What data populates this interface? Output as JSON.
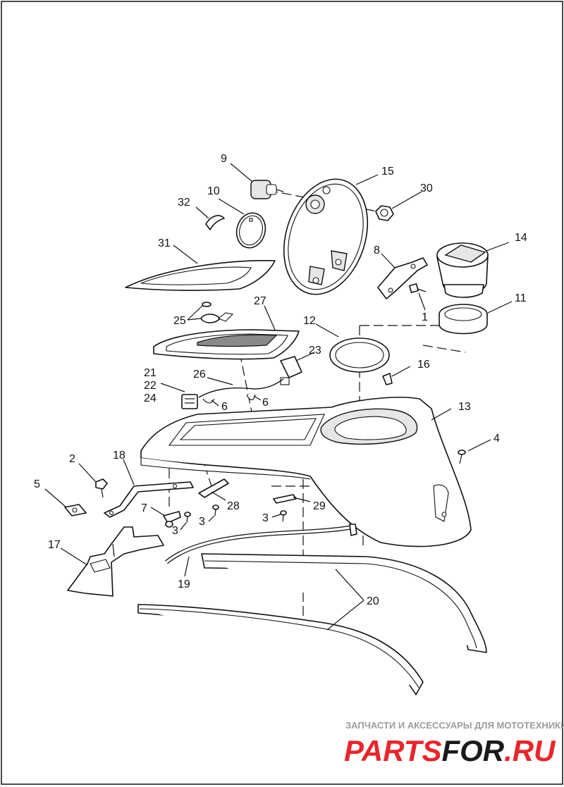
{
  "callouts": [
    {
      "id": "9",
      "label": "9"
    },
    {
      "id": "15",
      "label": "15"
    },
    {
      "id": "10",
      "label": "10"
    },
    {
      "id": "30",
      "label": "30"
    },
    {
      "id": "32",
      "label": "32"
    },
    {
      "id": "14",
      "label": "14"
    },
    {
      "id": "31",
      "label": "31"
    },
    {
      "id": "8",
      "label": "8"
    },
    {
      "id": "27",
      "label": "27"
    },
    {
      "id": "11",
      "label": "11"
    },
    {
      "id": "25",
      "label": "25"
    },
    {
      "id": "1",
      "label": "1"
    },
    {
      "id": "12",
      "label": "12"
    },
    {
      "id": "23",
      "label": "23"
    },
    {
      "id": "16",
      "label": "16"
    },
    {
      "id": "26",
      "label": "26"
    },
    {
      "id": "21",
      "label": "21"
    },
    {
      "id": "22",
      "label": "22"
    },
    {
      "id": "24",
      "label": "24"
    },
    {
      "id": "13",
      "label": "13"
    },
    {
      "id": "6a",
      "label": "6"
    },
    {
      "id": "6b",
      "label": "6"
    },
    {
      "id": "4",
      "label": "4"
    },
    {
      "id": "2",
      "label": "2"
    },
    {
      "id": "18",
      "label": "18"
    },
    {
      "id": "5",
      "label": "5"
    },
    {
      "id": "28",
      "label": "28"
    },
    {
      "id": "29",
      "label": "29"
    },
    {
      "id": "7",
      "label": "7"
    },
    {
      "id": "3a",
      "label": "3"
    },
    {
      "id": "3b",
      "label": "3"
    },
    {
      "id": "3c",
      "label": "3"
    },
    {
      "id": "17",
      "label": "17"
    },
    {
      "id": "19",
      "label": "19"
    },
    {
      "id": "20",
      "label": "20"
    }
  ],
  "watermark": {
    "caption": "ЗАПЧАСТИ И АКСЕССУАРЫ ДЛЯ МОТОТЕХНИКИ",
    "brand_red": "PARTS",
    "brand_black": "FOR",
    "brand_domain": ".RU",
    "red_color": "#e8262b",
    "black_color": "#1a1a1a"
  }
}
